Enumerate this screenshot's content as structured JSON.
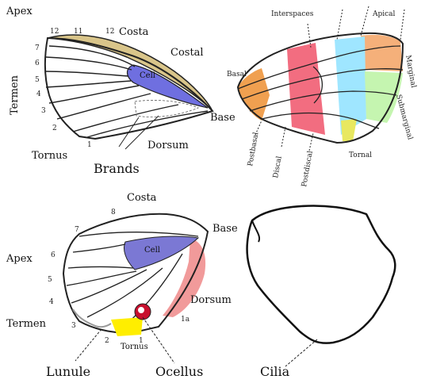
{
  "forewing_upper": {
    "apex": "Apex",
    "costa": "Costa",
    "costal": "Costal",
    "cell": "Cell",
    "termen": "Termen",
    "tornus": "Tornus",
    "base": "Base",
    "dorsum": "Dorsum",
    "brands": "Brands",
    "veins": [
      "12",
      "11",
      "12",
      "7",
      "6",
      "5",
      "4",
      "3",
      "2",
      "1"
    ]
  },
  "forewing_zones": {
    "interspaces": "Interspaces",
    "apical": "Apical",
    "marginal": "Marginal",
    "submarginal": "Submarginal",
    "basal": "Basal",
    "postbasal": "Postbasal",
    "discal": "Discal",
    "postdiscal": "Postdiscal",
    "tornal": "Tornal"
  },
  "hindwing_lower": {
    "costa": "Costa",
    "base": "Base",
    "apex": "Apex",
    "cell": "Cell",
    "dorsum": "Dorsum",
    "termen": "Termen",
    "tornus": "Tornus",
    "lunule": "Lunule",
    "ocellus": "Ocellus",
    "veins": [
      "8",
      "7",
      "6",
      "5",
      "4",
      "3",
      "2",
      "1",
      "1a"
    ]
  },
  "hindwing_outline": {
    "cilia": "Cilia"
  },
  "colors": {
    "costal_band": "#d9c58a",
    "cell": "#6f6fe0",
    "basal": "#f0a050",
    "discal": "#f26d80",
    "apical": "#f5b07a",
    "marginal": "#9fe6ff",
    "tornal": "#e8e860",
    "lunule": "#ffee00",
    "dorsum_band": "#f19a9a"
  }
}
